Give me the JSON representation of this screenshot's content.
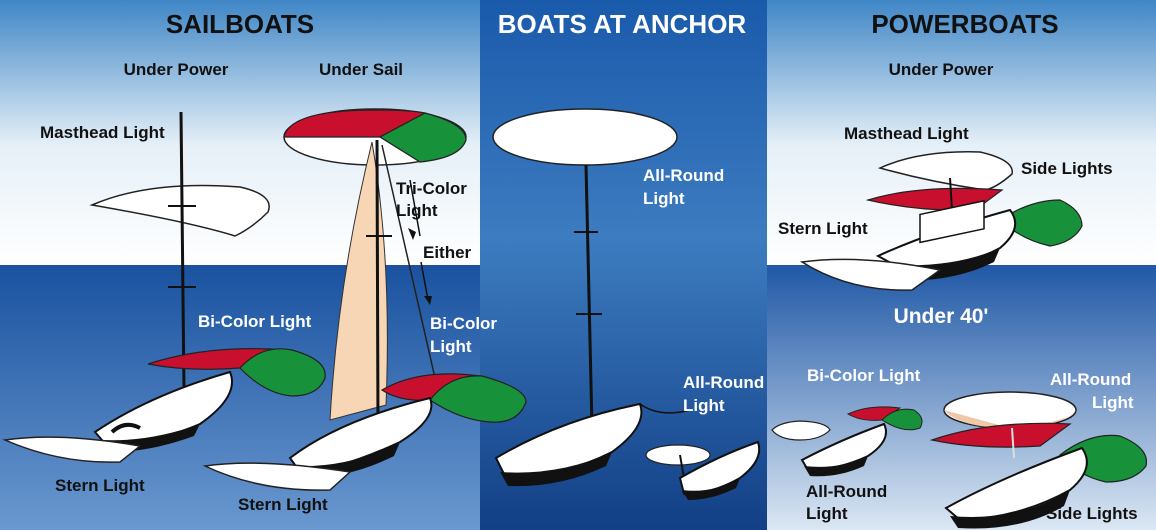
{
  "colors": {
    "red": "#c8102e",
    "green": "#17913a",
    "sail": "#f6d6b4",
    "sky": "#ffffff",
    "sea": "#1a4f99",
    "anchor_panel": "#1558a8"
  },
  "sailboats": {
    "heading": "SAILBOATS",
    "under_power": "Under Power",
    "under_sail": "Under Sail",
    "masthead_light": "Masthead Light",
    "bicolor_light_1": "Bi-Color Light",
    "stern_light_1": "Stern Light",
    "tricolor_line1": "Tri-Color",
    "tricolor_line2": "Light",
    "either": "Either",
    "bicolor2_line1": "Bi-Color",
    "bicolor2_line2": "Light",
    "stern_light_2": "Stern Light"
  },
  "anchor": {
    "heading": "BOATS AT ANCHOR",
    "allround1_line1": "All-Round",
    "allround1_line2": "Light",
    "allround2_line1": "All-Round",
    "allround2_line2": "Light"
  },
  "powerboats": {
    "heading": "POWERBOATS",
    "under_power": "Under Power",
    "masthead_light": "Masthead Light",
    "side_lights_1": "Side Lights",
    "stern_light": "Stern Light",
    "under40": "Under 40'",
    "bicolor_light": "Bi-Color Light",
    "allround_r_line1": "All-Round",
    "allround_r_line2": "Light",
    "allround_l_line1": "All-Round",
    "allround_l_line2": "Light",
    "side_lights_2": "Side Lights"
  }
}
